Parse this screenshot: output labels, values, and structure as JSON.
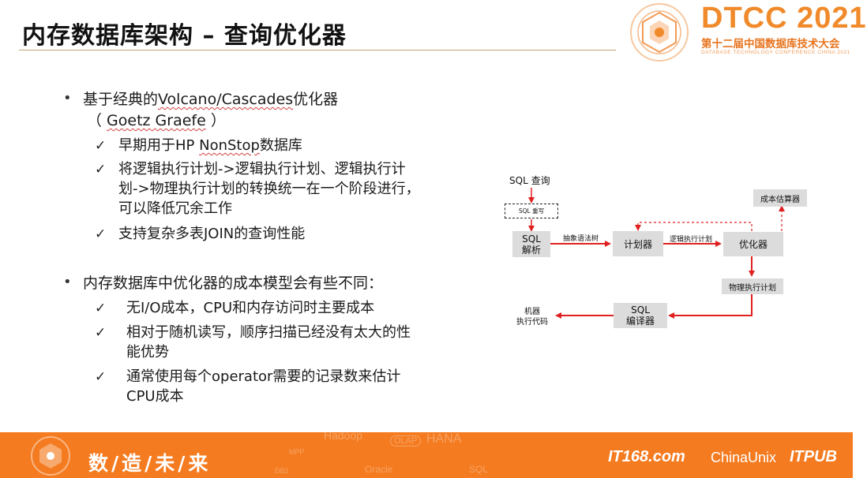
{
  "title": "内存数据库架构 – 查询优化器",
  "logo": {
    "name": "DTCC 2021",
    "cn": "第十二届中国数据库技术大会",
    "en": "DATABASE TECHNOLOGY CONFERENCE CHINA 2021"
  },
  "bullets": [
    {
      "line1_prefix": "基于经典的",
      "line1_link": "Volcano/Cascades",
      "line1_suffix": "优化器",
      "line2_open": "（ ",
      "line2_link": "Goetz Graefe",
      "line2_close": " ）",
      "subs": [
        {
          "prefix": "早期用于HP ",
          "link": "NonStop",
          "suffix": "数据库"
        },
        {
          "lines": [
            "将逻辑执行计划->逻辑执行计划、逻辑执行计",
            "划->物理执行计划的转换统一在一个阶段进行，",
            "可以降低冗余工作"
          ]
        },
        {
          "lines": [
            "支持复杂多表JOIN的查询性能"
          ]
        }
      ]
    },
    {
      "line1": "内存数据库中优化器的成本模型会有些不同：",
      "subs": [
        {
          "lines": [
            "无I/O成本，CPU和内存访问时主要成本"
          ]
        },
        {
          "lines": [
            "相对于随机读写，顺序扫描已经没有太大的性",
            "能优势"
          ]
        },
        {
          "lines": [
            "通常使用每个operator需要的记录数来估计",
            "CPU成本"
          ]
        }
      ]
    }
  ],
  "check_mark": "✓",
  "bullet_mark": "•",
  "diagram": {
    "sql_query": "SQL 查询",
    "sql_rewrite": "SQL 重写",
    "sql_parse": [
      "SQL",
      "解析"
    ],
    "ast": "抽象语法树",
    "planner": "计划器",
    "logical_plan": "逻辑执行计划",
    "optimizer": "优化器",
    "cost_estimator": "成本估算器",
    "physical_plan": "物理执行计划",
    "sql_compiler": [
      "SQL",
      "编译器"
    ],
    "machine_code": [
      "机器",
      "执行代码"
    ]
  },
  "footer": {
    "slogan": "数/造/未/来",
    "watermarks": [
      "Hadoop",
      "OLAP",
      "HANA",
      "MPP",
      "DB2",
      "Oracle",
      "SQL"
    ],
    "sponsors": [
      "IT168.com",
      "ChinaUnix",
      "ITPUB"
    ]
  },
  "colors": {
    "accent": "#f47b20",
    "arrow": "#e02020",
    "box": "#dcdcdc"
  }
}
